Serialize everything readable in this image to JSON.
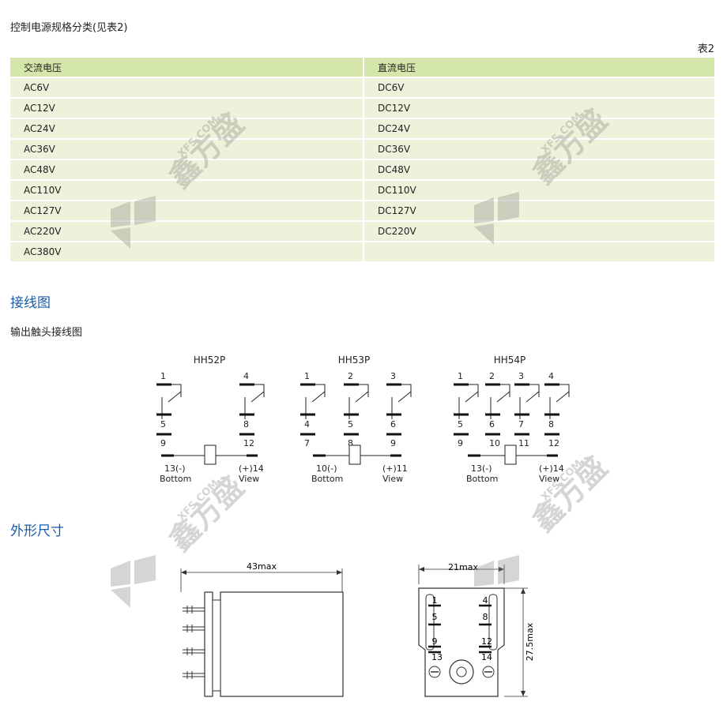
{
  "intro": "控制电源规格分类(见表2)",
  "table_label": "表2",
  "table": {
    "headers": [
      "交流电压",
      "直流电压"
    ],
    "rows": [
      [
        "AC6V",
        "DC6V"
      ],
      [
        "AC12V",
        "DC12V"
      ],
      [
        "AC24V",
        "DC24V"
      ],
      [
        "AC36V",
        "DC36V"
      ],
      [
        "AC48V",
        "DC48V"
      ],
      [
        "AC110V",
        "DC110V"
      ],
      [
        "AC127V",
        "DC127V"
      ],
      [
        "AC220V",
        "DC220V"
      ],
      [
        "AC380V",
        ""
      ]
    ]
  },
  "wiring": {
    "title": "接线图",
    "subtitle": "输出触头接线图",
    "diagrams": [
      {
        "model": "HH52P",
        "top": [
          "1",
          "4"
        ],
        "mid": [
          "5",
          "8"
        ],
        "bot": [
          "9",
          "12"
        ],
        "coil_left": "13(-)",
        "coil_right": "(+)14",
        "under_left": "Bottom",
        "under_right": "View"
      },
      {
        "model": "HH53P",
        "top": [
          "1",
          "2",
          "3"
        ],
        "mid": [
          "4",
          "5",
          "6"
        ],
        "bot": [
          "7",
          "8",
          "9"
        ],
        "coil_left": "10(-)",
        "coil_right": "(+)11",
        "under_left": "Bottom",
        "under_right": "View"
      },
      {
        "model": "HH54P",
        "top": [
          "1",
          "2",
          "3",
          "4"
        ],
        "mid": [
          "5",
          "6",
          "7",
          "8"
        ],
        "bot": [
          "9",
          "10",
          "11",
          "12"
        ],
        "coil_left": "13(-)",
        "coil_right": "(+)14",
        "under_left": "Bottom",
        "under_right": "View"
      }
    ]
  },
  "dimensions": {
    "title": "外形尺寸",
    "width_label": "43max",
    "front_width_label": "21max",
    "height_label": "27.5max",
    "pins_col1": [
      "1",
      "5",
      "9",
      "13"
    ],
    "pins_col2": [
      "4",
      "8",
      "12",
      "14"
    ]
  },
  "watermark": {
    "brand": "鑫方盛",
    "site": "XFS.COM"
  },
  "colors": {
    "header_bg": "#d4e6a9",
    "row_bg": "#ecf3da",
    "section_title": "#1a5aa8"
  }
}
